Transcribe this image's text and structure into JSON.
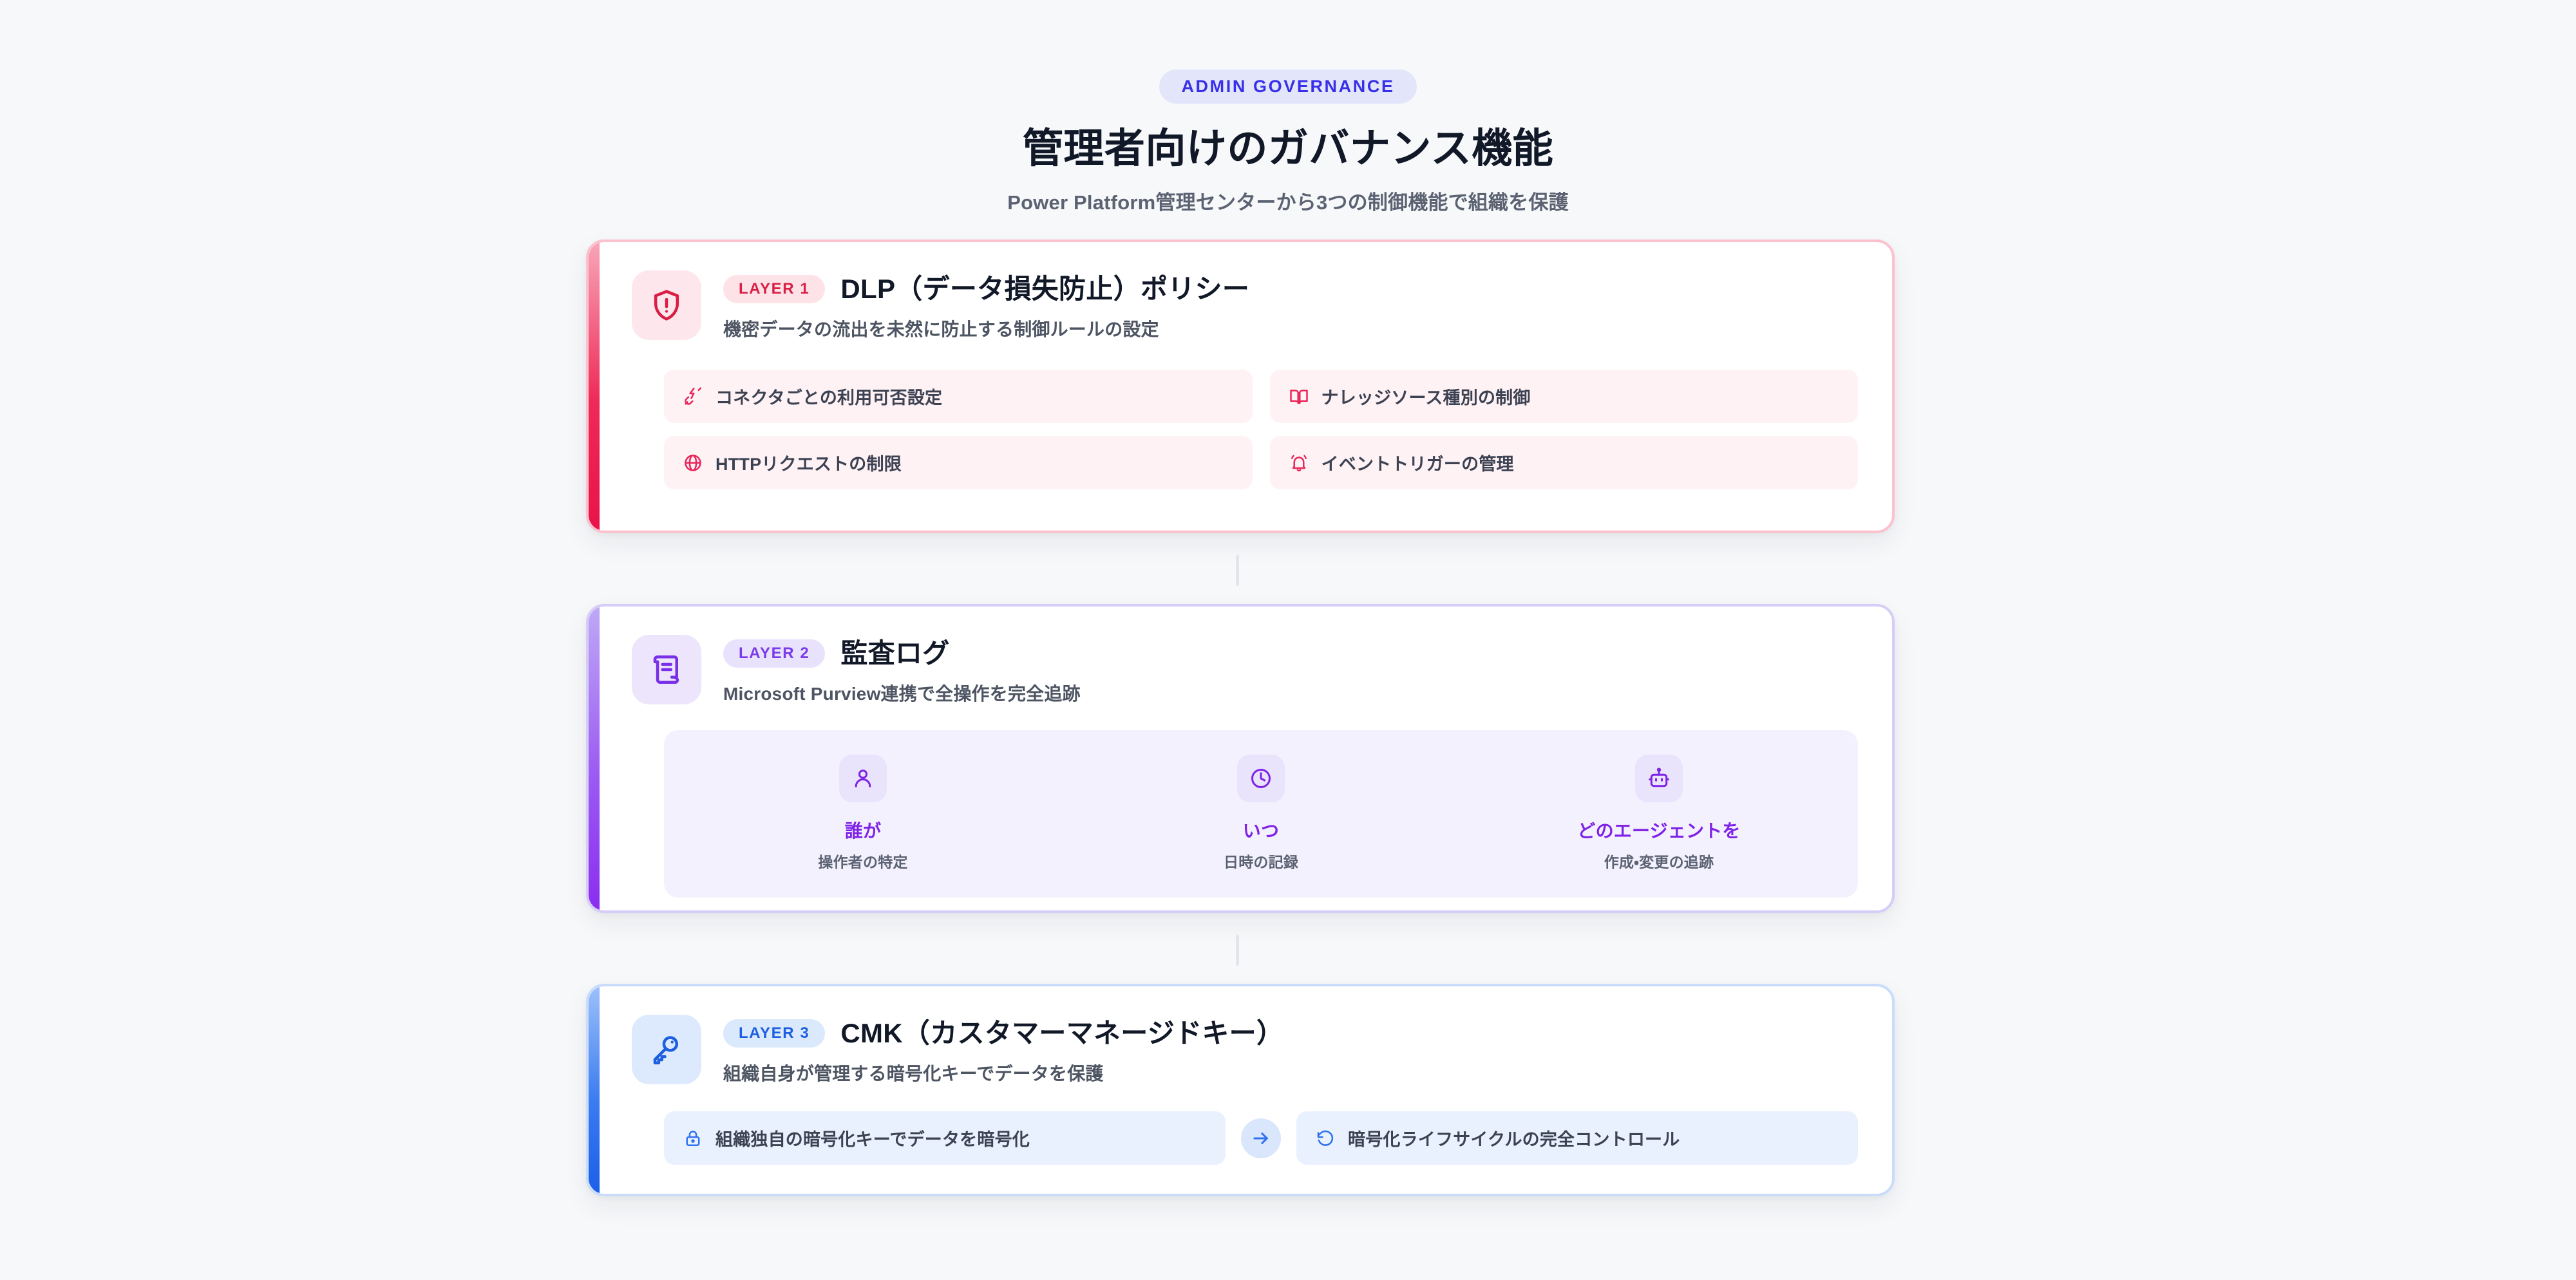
{
  "header": {
    "eyebrow": "ADMIN GOVERNANCE",
    "title": "管理者向けのガバナンス機能",
    "subtitle": "Power Platform管理センターから3つの制御機能で組織を保護"
  },
  "colors": {
    "page_background": "#f7f8fa",
    "layer1_accent": "#e8134a",
    "layer1_badge_bg": "#fde3e7",
    "layer1_badge_text": "#d91f45",
    "layer1_chip_bg": "#fef2f4",
    "layer2_accent": "#8b2df0",
    "layer2_badge_bg": "#e9e2fc",
    "layer2_badge_text": "#7a3bea",
    "layer2_panel_bg": "#f4f1fe",
    "layer3_accent": "#1a5fe8",
    "layer3_badge_bg": "#dbe9fd",
    "layer3_badge_text": "#1d5fe0",
    "layer3_chip_bg": "#eaf1fe",
    "title_text": "#111827",
    "body_text": "#4d5462"
  },
  "layers": [
    {
      "badge": "LAYER 1",
      "title": "DLP（データ損失防止）ポリシー",
      "description": "機密データの流出を未然に防止する制御ルールの設定",
      "icon": "shield-alert-icon",
      "chips": [
        {
          "icon": "plug-zap-icon",
          "label": "コネクタごとの利用可否設定"
        },
        {
          "icon": "book-open-icon",
          "label": "ナレッジソース種別の制御"
        },
        {
          "icon": "globe-icon",
          "label": "HTTPリクエストの制限"
        },
        {
          "icon": "bell-ring-icon",
          "label": "イベントトリガーの管理"
        }
      ]
    },
    {
      "badge": "LAYER 2",
      "title": "監査ログ",
      "description": "Microsoft Purview連携で全操作を完全追跡",
      "icon": "scroll-document-icon",
      "stats": [
        {
          "icon": "user-icon",
          "label": "誰が",
          "sub": "操作者の特定"
        },
        {
          "icon": "clock-icon",
          "label": "いつ",
          "sub": "日時の記録"
        },
        {
          "icon": "bot-icon",
          "label": "どのエージェントを",
          "sub": "作成・変更の追跡"
        }
      ]
    },
    {
      "badge": "LAYER 3",
      "title": "CMK（カスタマーマネージドキー）",
      "description": "組織自身が管理する暗号化キーでデータを保護",
      "icon": "key-icon",
      "flow": {
        "from": {
          "icon": "lock-icon",
          "label": "組織独自の暗号化キーでデータを暗号化"
        },
        "arrow": "arrow-right-icon",
        "to": {
          "icon": "rotate-ccw-icon",
          "label": "暗号化ライフサイクルの完全コントロール"
        }
      }
    }
  ]
}
